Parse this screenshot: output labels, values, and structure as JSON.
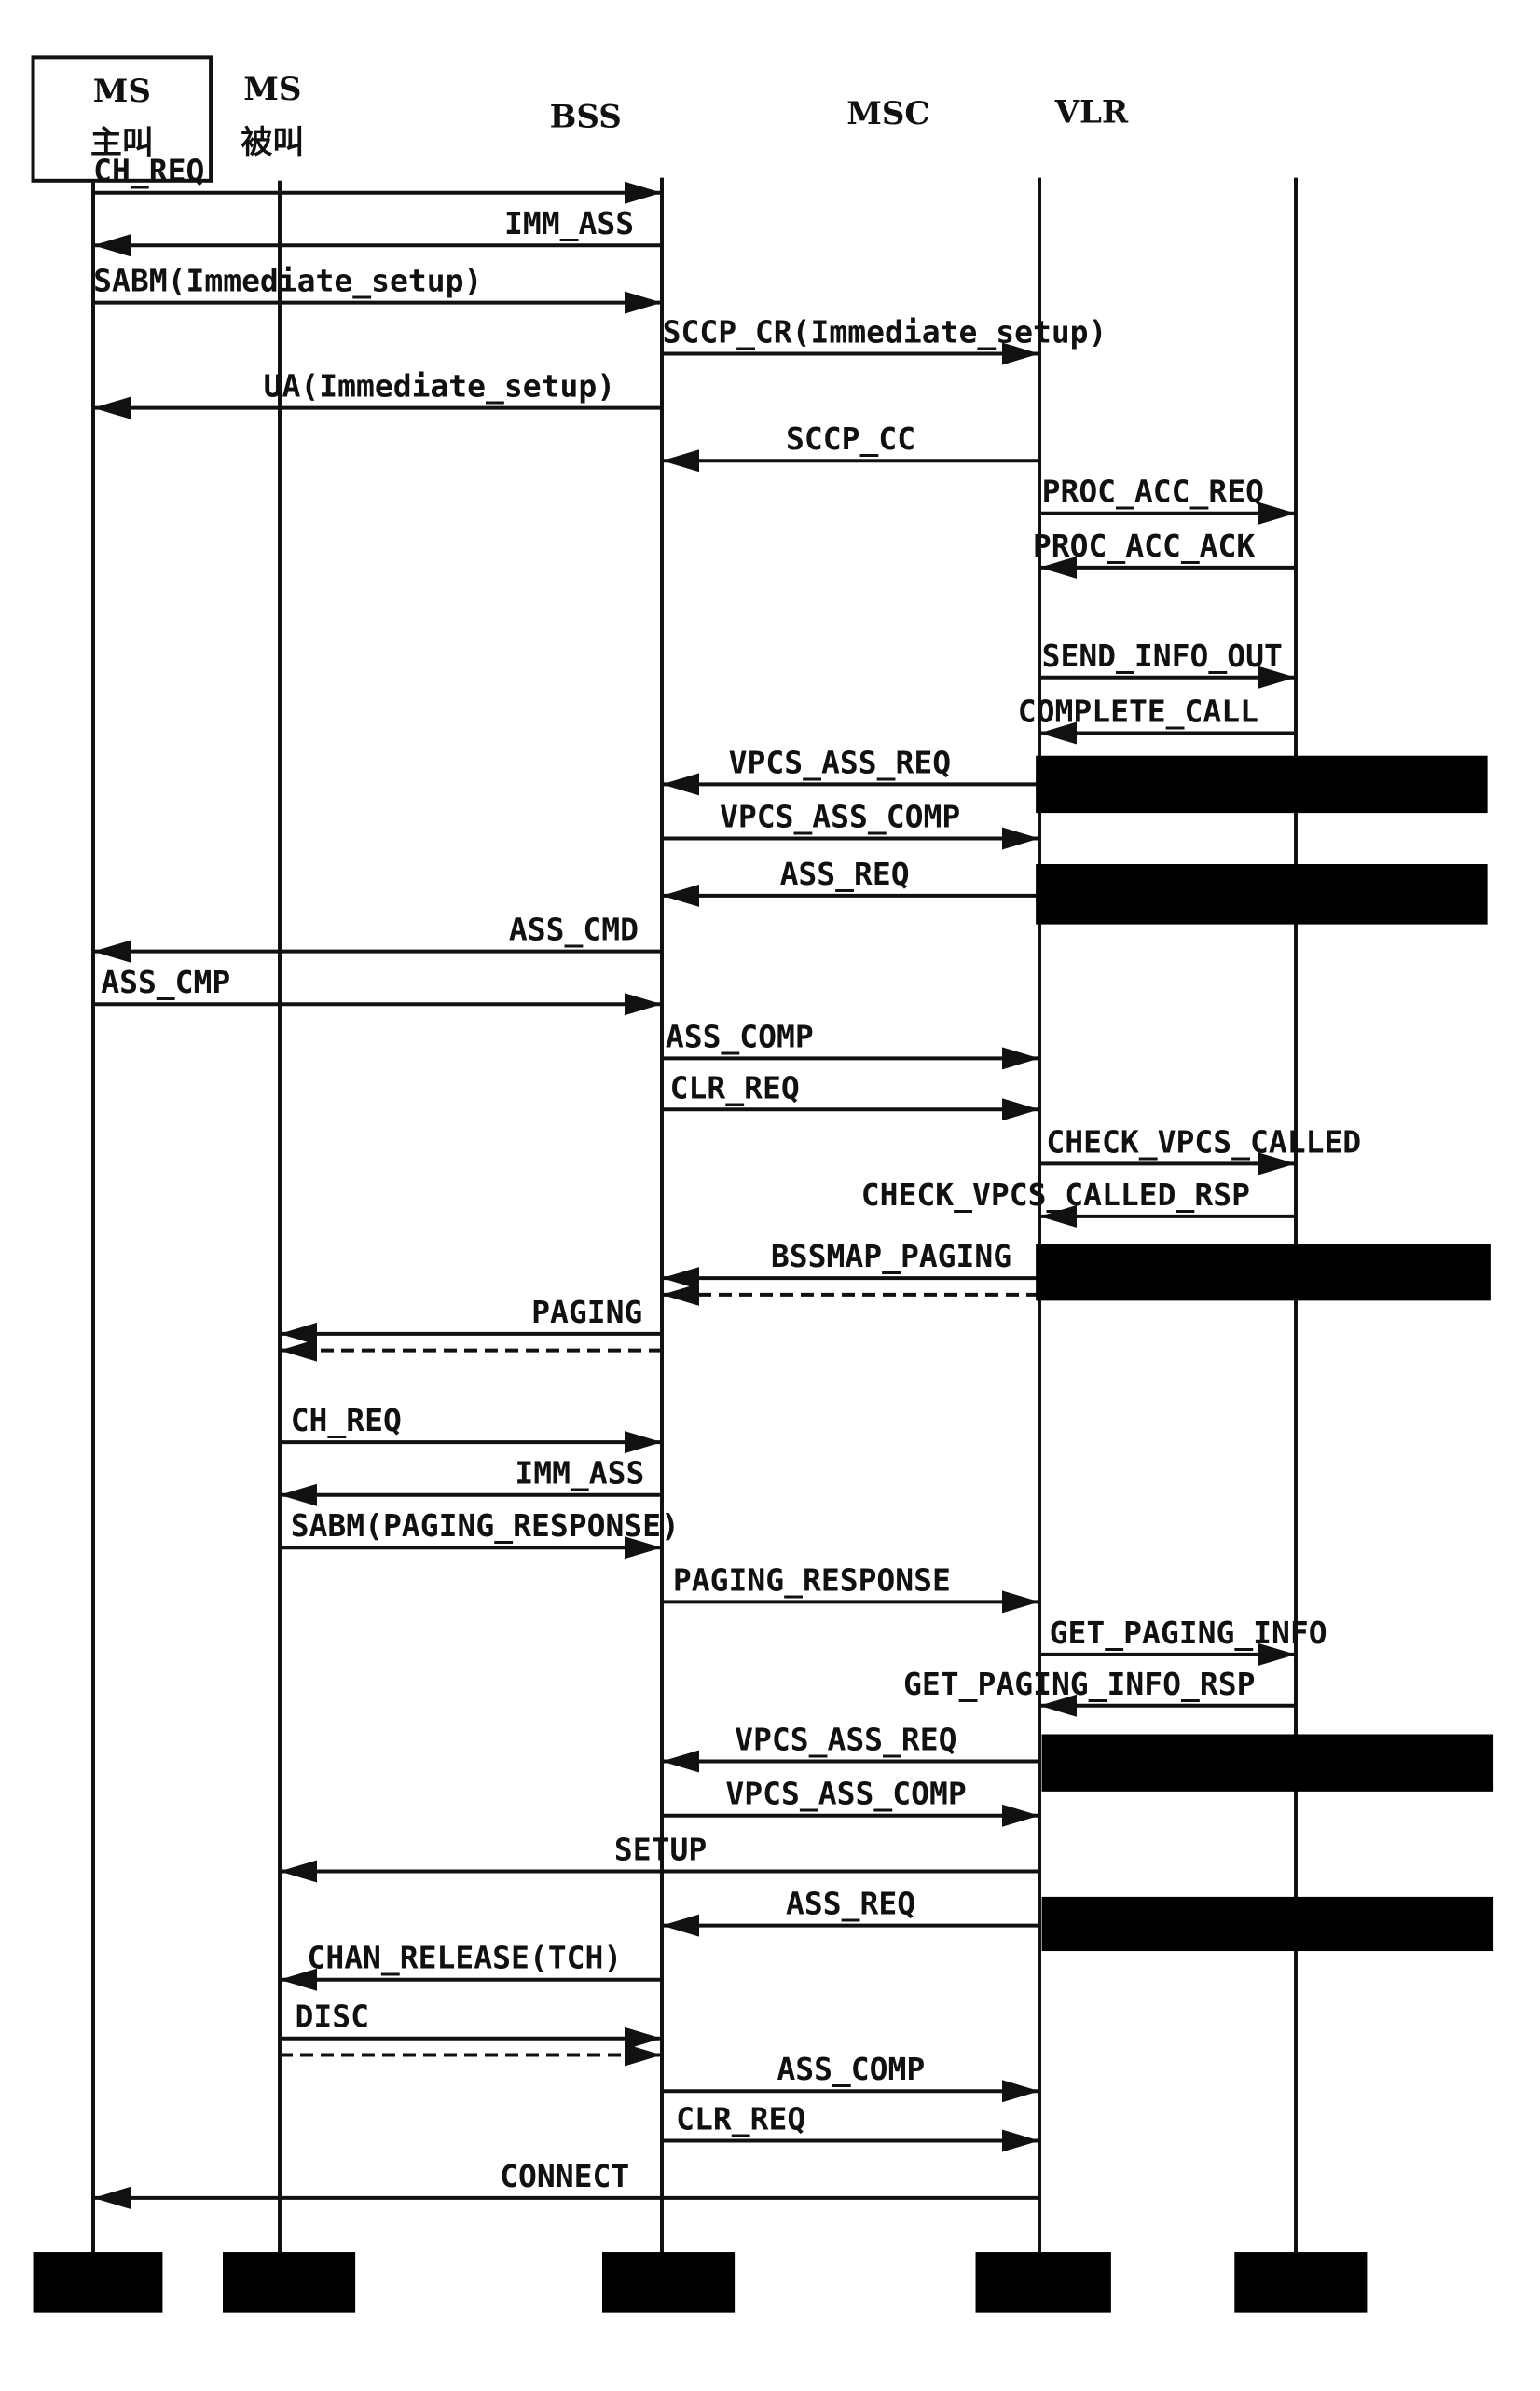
{
  "participants": [
    {
      "id": "ms_caller",
      "lines": [
        "MS",
        "主叫"
      ]
    },
    {
      "id": "ms_called",
      "lines": [
        "MS",
        "被叫"
      ]
    },
    {
      "id": "bss",
      "lines": [
        "BSS"
      ]
    },
    {
      "id": "msc",
      "lines": [
        "MSC"
      ]
    },
    {
      "id": "vlr",
      "lines": [
        "VLR"
      ]
    }
  ],
  "messages": [
    {
      "label": "CH_REQ",
      "from": "ms_caller",
      "to": "bss",
      "style": "solid"
    },
    {
      "label": "IMM_ASS",
      "from": "bss",
      "to": "ms_caller",
      "style": "solid"
    },
    {
      "label": "SABM(Immediate_setup)",
      "from": "ms_caller",
      "to": "bss",
      "style": "solid"
    },
    {
      "label": "SCCP_CR(Immediate_setup)",
      "from": "bss",
      "to": "msc",
      "style": "solid"
    },
    {
      "label": "UA(Immediate_setup)",
      "from": "bss",
      "to": "ms_caller",
      "style": "solid"
    },
    {
      "label": "SCCP_CC",
      "from": "msc",
      "to": "bss",
      "style": "solid"
    },
    {
      "label": "PROC_ACC_REQ",
      "from": "msc",
      "to": "vlr",
      "style": "solid"
    },
    {
      "label": "PROC_ACC_ACK",
      "from": "vlr",
      "to": "msc",
      "style": "solid"
    },
    {
      "label": "SEND_INFO_OUT",
      "from": "msc",
      "to": "vlr",
      "style": "solid"
    },
    {
      "label": "COMPLETE_CALL",
      "from": "vlr",
      "to": "msc",
      "style": "solid"
    },
    {
      "label": "VPCS_ASS_REQ",
      "from": "msc",
      "to": "bss",
      "style": "solid"
    },
    {
      "label": "VPCS_ASS_COMP",
      "from": "bss",
      "to": "msc",
      "style": "solid"
    },
    {
      "label": "ASS_REQ",
      "from": "msc",
      "to": "bss",
      "style": "solid"
    },
    {
      "label": "ASS_CMD",
      "from": "bss",
      "to": "ms_caller",
      "style": "solid"
    },
    {
      "label": "ASS_CMP",
      "from": "ms_caller",
      "to": "bss",
      "style": "solid"
    },
    {
      "label": "ASS_COMP",
      "from": "bss",
      "to": "msc",
      "style": "solid"
    },
    {
      "label": "CLR_REQ",
      "from": "bss",
      "to": "msc",
      "style": "solid"
    },
    {
      "label": "CHECK_VPCS_CALLED",
      "from": "msc",
      "to": "vlr",
      "style": "solid"
    },
    {
      "label": "CHECK_VPCS_CALLED_RSP",
      "from": "vlr",
      "to": "msc",
      "style": "solid"
    },
    {
      "label": "BSSMAP_PAGING",
      "from": "msc",
      "to": "bss",
      "style": "solid"
    },
    {
      "label": "",
      "from": "msc",
      "to": "bss",
      "style": "dashed"
    },
    {
      "label": "PAGING",
      "from": "bss",
      "to": "ms_called",
      "style": "solid"
    },
    {
      "label": "",
      "from": "bss",
      "to": "ms_called",
      "style": "dashed"
    },
    {
      "label": "CH_REQ",
      "from": "ms_called",
      "to": "bss",
      "style": "solid"
    },
    {
      "label": "IMM_ASS",
      "from": "bss",
      "to": "ms_called",
      "style": "solid"
    },
    {
      "label": "SABM(PAGING_RESPONSE)",
      "from": "ms_called",
      "to": "bss",
      "style": "solid"
    },
    {
      "label": "PAGING_RESPONSE",
      "from": "bss",
      "to": "msc",
      "style": "solid"
    },
    {
      "label": "GET_PAGING_INFO",
      "from": "msc",
      "to": "vlr",
      "style": "solid"
    },
    {
      "label": "GET_PAGING_INFO_RSP",
      "from": "vlr",
      "to": "msc",
      "style": "solid"
    },
    {
      "label": "VPCS_ASS_REQ",
      "from": "msc",
      "to": "bss",
      "style": "solid"
    },
    {
      "label": "VPCS_ASS_COMP",
      "from": "bss",
      "to": "msc",
      "style": "solid"
    },
    {
      "label": "SETUP",
      "from": "msc",
      "to": "ms_called",
      "style": "solid"
    },
    {
      "label": "ASS_REQ",
      "from": "msc",
      "to": "bss",
      "style": "solid"
    },
    {
      "label": "CHAN_RELEASE(TCH)",
      "from": "bss",
      "to": "ms_called",
      "style": "solid"
    },
    {
      "label": "DISC",
      "from": "ms_called",
      "to": "bss",
      "style": "solid"
    },
    {
      "label": "",
      "from": "ms_called",
      "to": "bss",
      "style": "dashed"
    },
    {
      "label": "ASS_COMP",
      "from": "bss",
      "to": "msc",
      "style": "solid"
    },
    {
      "label": "CLR_REQ",
      "from": "bss",
      "to": "msc",
      "style": "solid"
    },
    {
      "label": "CONNECT",
      "from": "msc",
      "to": "ms_caller",
      "style": "solid"
    }
  ]
}
